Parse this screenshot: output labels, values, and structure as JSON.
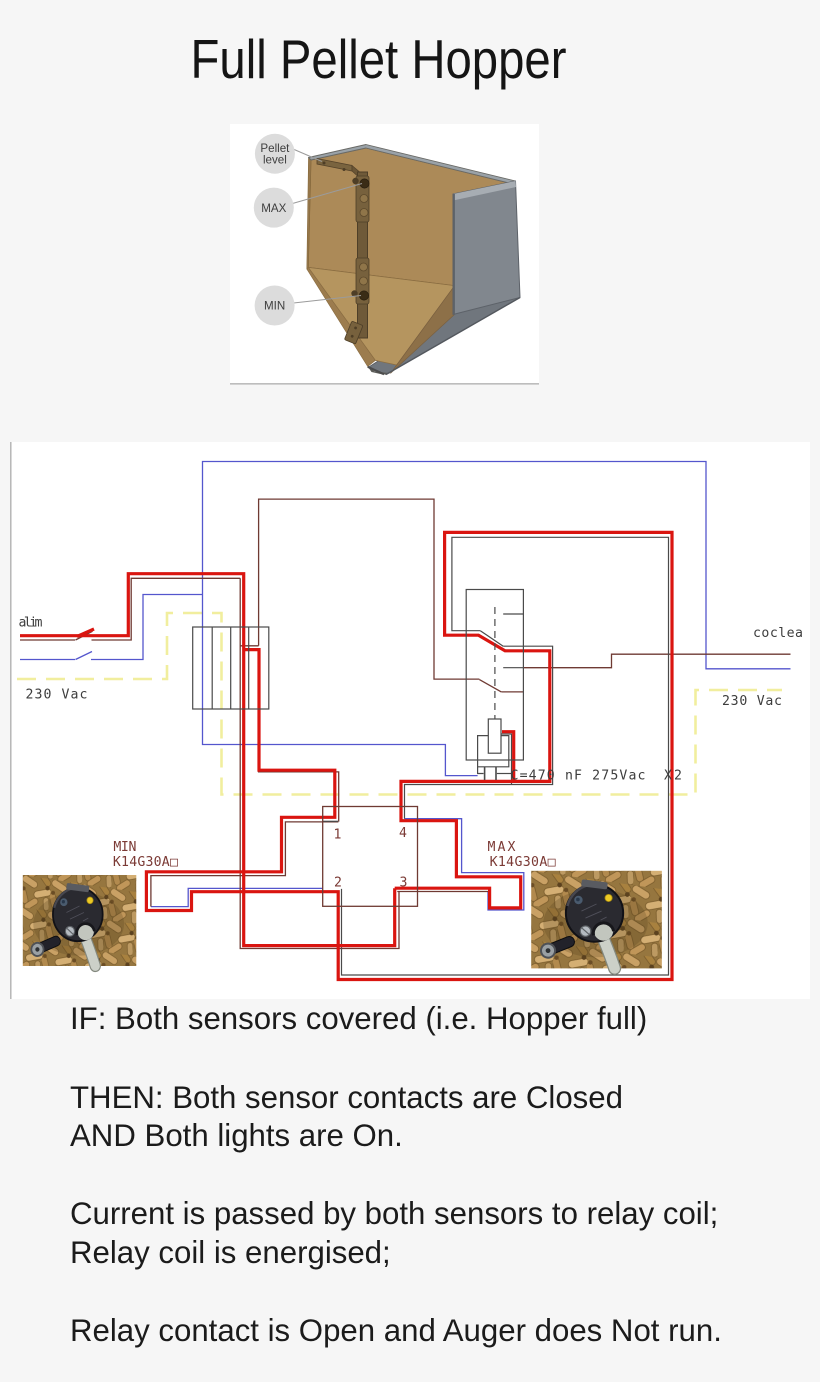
{
  "page": {
    "title": "Full Pellet Hopper",
    "background_color": "#f6f6f6"
  },
  "hopper_figure": {
    "callouts": {
      "pellet_level_line1": "Pellet",
      "pellet_level_line2": "level",
      "max": "MAX",
      "min": "MIN"
    }
  },
  "schematic": {
    "labels": {
      "supply_left": "alim",
      "voltage_left": "230 Vac",
      "auger_right": "coclea",
      "voltage_right": "230 Vac",
      "capacitor": "C=470 nF 275Vac",
      "capacitor_class": "X2",
      "min_sensor_name": "MIN",
      "min_sensor_model": "K14G30A□",
      "max_sensor_name": "MAX",
      "max_sensor_model": "K14G30A□",
      "pin1": "1",
      "pin2": "2",
      "pin3": "3",
      "pin4": "4"
    },
    "colors": {
      "current_path_highlight": "#da1510",
      "neutral_wire": "#5456cd",
      "line_wire": "#6f3a33",
      "mains_zone_dashed": "#f1ee9e"
    }
  },
  "caption": {
    "line1": "IF: Both sensors covered (i.e. Hopper full)",
    "line2": "THEN: Both sensor contacts are Closed",
    "line3": "AND Both lights are On.",
    "line4": "Current is passed by both sensors to relay coil;",
    "line5": "Relay coil is energised;",
    "line6": "Relay contact is Open and Auger does Not run."
  }
}
